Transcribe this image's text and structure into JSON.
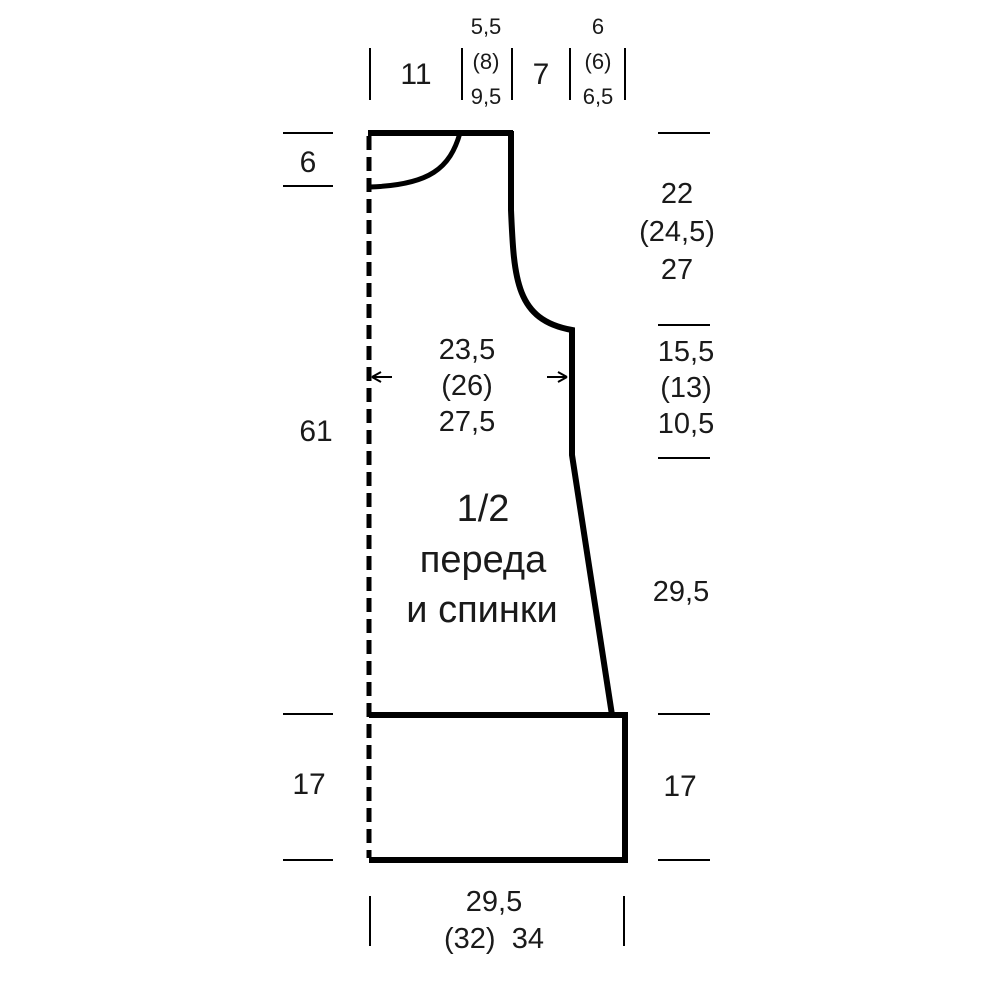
{
  "diagram": {
    "label_lines": [
      "1/2",
      "переда",
      "и спинки"
    ],
    "top": {
      "shoulder_left": "11",
      "neck_width": [
        "5,5",
        "(8)",
        "9,5"
      ],
      "shoulder_mid": "7",
      "shoulder_right": [
        "6",
        "(6)",
        "6,5"
      ]
    },
    "left": {
      "neck_depth": "6",
      "body_length": "61",
      "rib_height": "17"
    },
    "right": {
      "armhole_depth": [
        "22",
        "(24,5)",
        "27"
      ],
      "underarm_section": [
        "15,5",
        "(13)",
        "10,5"
      ],
      "lower_body": "29,5",
      "rib_height": "17"
    },
    "chest_width": [
      "23,5",
      "(26)",
      "27,5"
    ],
    "bottom_width": [
      "29,5",
      "(32)  34"
    ]
  }
}
